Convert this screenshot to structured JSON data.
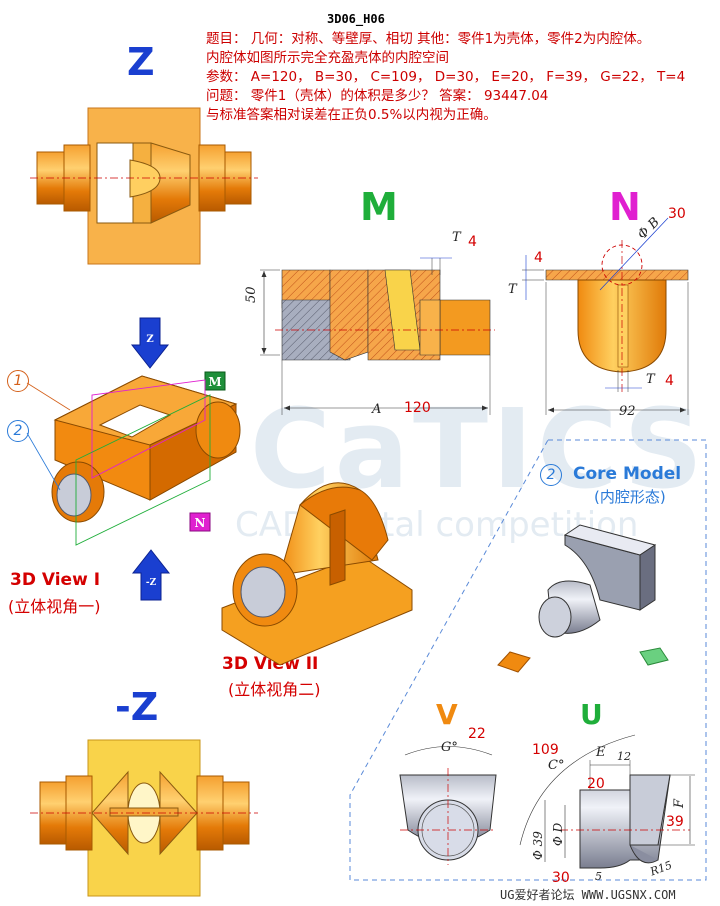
{
  "header": {
    "code": "3D06_H06"
  },
  "problem": {
    "line1": "题目： 几何：对称、等壁厚、相切 其他：零件1为壳体，零件2为内腔体。",
    "line2": "内腔体如图所示完全充盈壳体的内腔空间",
    "line3": "参数： A=120， B=30， C=109， D=30， E=20， F=39， G=22， T=4",
    "line4": "问题： 零件1（壳体）的体积是多少？   答案： 93447.04",
    "line5": "与标准答案相对误差在正负0.5%以内视为正确。"
  },
  "views": {
    "z": "Z",
    "neg_z": "-Z",
    "m": "M",
    "n": "N",
    "v": "V",
    "u": "U"
  },
  "captions": {
    "view1_en": "3D View I",
    "view1_cn": "(立体视角一)",
    "view2_en": "3D View II",
    "view2_cn": "(立体视角二)",
    "core_num": "2",
    "core_en": "Core Model",
    "core_cn": "(内腔形态)"
  },
  "callouts": {
    "one": "1",
    "two": "2",
    "m_tag": "M",
    "n_tag": "N",
    "z_arrow": "Z",
    "negz_arrow": "-Z"
  },
  "dims_m": {
    "T_label": "T",
    "T_val": "4",
    "h_label": "50",
    "A_label": "A",
    "A_val": "120"
  },
  "dims_n": {
    "B_label": "Φ B",
    "B_val": "30",
    "T_top_label": "T",
    "T_top_val": "4",
    "T_bot_label": "T",
    "T_bot_val": "4",
    "width": "92"
  },
  "dims_v": {
    "G_label": "G°",
    "G_val": "22"
  },
  "dims_u": {
    "C_label": "C°",
    "C_val": "109",
    "E_label": "E",
    "E_val": "20",
    "twelve": "12",
    "F_label": "F",
    "F_val": "39",
    "phi39": "Φ 39",
    "phiD": "Φ D",
    "D_val": "30",
    "five": "5",
    "r15": "R15"
  },
  "watermark": {
    "big": "CaTICS",
    "sub": "CAD digital competition",
    "footer": "UG爱好者论坛 WWW.UGSNX.COM"
  },
  "colors": {
    "orange": "#f08a10",
    "light_orange": "#f7b850",
    "yellow": "#f9d34a",
    "blue": "#1a3fd0",
    "green": "#1fae3a",
    "magenta": "#e020d0",
    "orange_letter": "#f08a10"
  }
}
